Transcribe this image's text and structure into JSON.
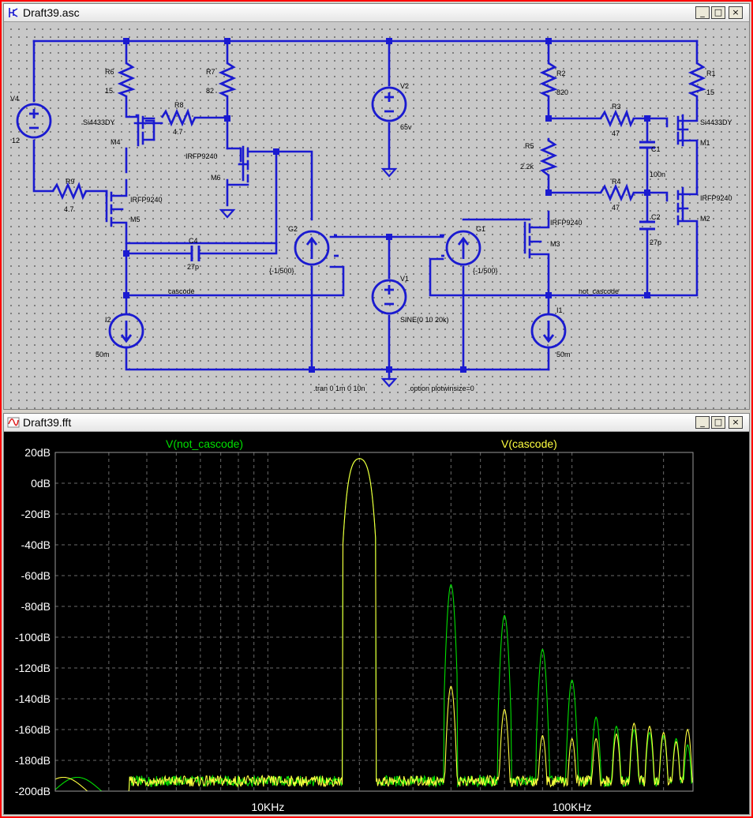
{
  "schematic_window": {
    "title": "Draft39.asc",
    "buttons": {
      "minimize": "_",
      "maximize": "□",
      "close": "×"
    },
    "labels": {
      "V4": "V4",
      "V4_val": "12",
      "R6": "R6",
      "R6_val": "15",
      "R7": "R7",
      "R7_val": "82",
      "R8": "R8",
      "R8_val": "4.7",
      "M4_model": "Si4433DY",
      "M4": "M4",
      "M6_model": "IRFP9240",
      "M6": "M6",
      "R9": "R9",
      "R9_val": "4.7",
      "M5_model": "IRFP9240",
      "M5": "M5",
      "C4": "C4",
      "C4_val": "27p",
      "G2": "G2",
      "G2_val": "{-1/500}",
      "cascode": "cascode",
      "I2": "I2",
      "I2_val": "50m",
      "V2": "V2",
      "V2_val": "65v",
      "V1": "V1",
      "V1_val": "SINE(0 10 20k)",
      "G1": "G1",
      "G1_val": "{-1/500}",
      "M3_model": "IRFP9240",
      "M3": "M3",
      "R2": "R2",
      "R2_val": "820",
      "R5": "R5",
      "R5_val": "2.2k",
      "R3": "R3",
      "R3_val": "47",
      "R4": "R4",
      "R4_val": "47",
      "C1": "C1",
      "C1_val": "100n",
      "C2": "C2",
      "C2_val": "27p",
      "R1": "R1",
      "R1_val": "15",
      "M1_model": "Si4433DY",
      "M1": "M1",
      "M2_model": "IRFP9240",
      "M2": "M2",
      "not_cascode": "not_cascode",
      "I1": "I1",
      "I1_val": "50m",
      "tran": ".tran 0 1m 0 10n",
      "option": ".option plotwinsize=0"
    }
  },
  "plot_window": {
    "title": "Draft39.fft",
    "buttons": {
      "minimize": "_",
      "maximize": "□",
      "close": "×"
    },
    "legend": {
      "trace1": "V(not_cascode)",
      "trace2": "V(cascode)"
    },
    "colors": {
      "not_cascode": "#00e000",
      "cascode": "#ffff40",
      "background": "#000000",
      "grid": "#6a6a6a"
    },
    "y_ticks": [
      "20dB",
      "0dB",
      "-20dB",
      "-40dB",
      "-60dB",
      "-80dB",
      "-100dB",
      "-120dB",
      "-140dB",
      "-160dB",
      "-180dB",
      "-200dB"
    ],
    "x_ticks": [
      "10KHz",
      "100KHz"
    ]
  },
  "chart_data": {
    "type": "line",
    "title": "",
    "xlabel": "",
    "ylabel": "",
    "x_scale": "log",
    "xlim_hz": [
      2000,
      250000
    ],
    "ylim_db": [
      -200,
      20
    ],
    "grid": true,
    "legend_placement": "top",
    "series": [
      {
        "name": "V(not_cascode)",
        "color": "#00e000",
        "peaks": [
          {
            "freq_hz": 20000,
            "db": 16
          },
          {
            "freq_hz": 40000,
            "db": -66
          },
          {
            "freq_hz": 60000,
            "db": -86
          },
          {
            "freq_hz": 80000,
            "db": -108
          },
          {
            "freq_hz": 100000,
            "db": -128
          },
          {
            "freq_hz": 120000,
            "db": -152
          },
          {
            "freq_hz": 140000,
            "db": -158
          },
          {
            "freq_hz": 160000,
            "db": -160
          },
          {
            "freq_hz": 180000,
            "db": -162
          },
          {
            "freq_hz": 200000,
            "db": -164
          },
          {
            "freq_hz": 220000,
            "db": -166
          },
          {
            "freq_hz": 240000,
            "db": -170
          }
        ],
        "floor_db": -197
      },
      {
        "name": "V(cascode)",
        "color": "#ffff40",
        "peaks": [
          {
            "freq_hz": 20000,
            "db": 16
          },
          {
            "freq_hz": 40000,
            "db": -132
          },
          {
            "freq_hz": 60000,
            "db": -147
          },
          {
            "freq_hz": 80000,
            "db": -164
          },
          {
            "freq_hz": 100000,
            "db": -166
          },
          {
            "freq_hz": 120000,
            "db": -166
          },
          {
            "freq_hz": 140000,
            "db": -163
          },
          {
            "freq_hz": 160000,
            "db": -156
          },
          {
            "freq_hz": 180000,
            "db": -158
          },
          {
            "freq_hz": 200000,
            "db": -162
          },
          {
            "freq_hz": 220000,
            "db": -168
          },
          {
            "freq_hz": 240000,
            "db": -160
          }
        ],
        "floor_db": -197
      }
    ]
  }
}
